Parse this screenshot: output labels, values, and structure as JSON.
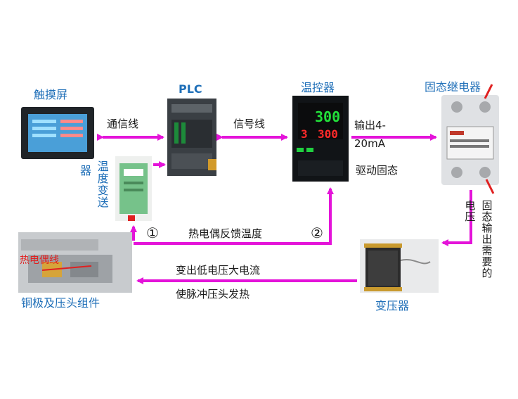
{
  "colors": {
    "arrow": "#e413d9",
    "label_blue": "#1f6fb8",
    "text": "#1a1a1a"
  },
  "devices": {
    "touchscreen": "触摸屏",
    "plc": "PLC",
    "temp_controller": "温控器",
    "ssr": "固态继电器",
    "transmitter": "温度变送器",
    "transformer": "变压器",
    "electrode": "铜极及压头组件",
    "thermocouple": "热电偶线"
  },
  "controller_display": {
    "pv": "300",
    "sp_index": "3",
    "sp": "300"
  },
  "links": {
    "comm_line": "通信线",
    "signal_line": "信号线",
    "output_1": "输出4-",
    "output_2": "20mA",
    "drive_ssr": "驱动固态",
    "ssr_output_voltage": "固态输出需要的",
    "voltage": "电压",
    "thermocouple_feedback": "热电偶反馈温度",
    "step_1": "①",
    "step_2": "②",
    "low_voltage_high_current": "变出低电压大电流",
    "pulse_heating": "使脉冲压头发热"
  },
  "transmitter_label": {
    "col1": "器",
    "col2": "温度变送"
  }
}
